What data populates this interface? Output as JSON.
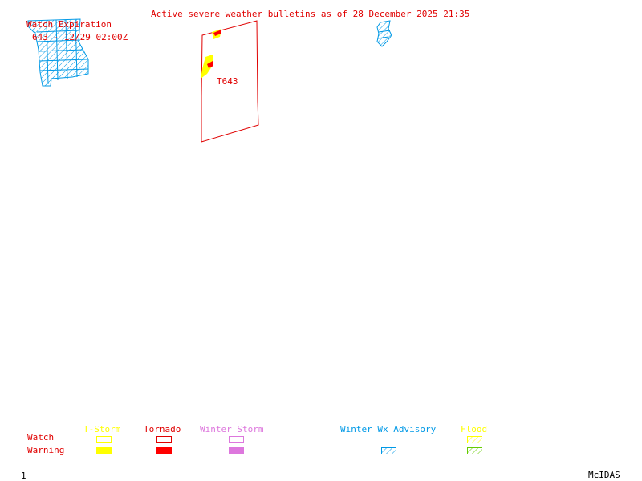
{
  "header": {
    "title": "Active severe weather bulletins as of 28 December 2025 21:35",
    "watch_expiration_label": "Watch Expiration",
    "watch_expiration_entry": "643 - 12/29 02:00Z"
  },
  "map": {
    "watch_label": "T643"
  },
  "legend": {
    "row_labels": {
      "watch": "Watch",
      "warning": "Warning"
    },
    "categories": [
      {
        "label": "T-Storm",
        "color": "#ffff00"
      },
      {
        "label": "Tornado",
        "color": "#ff0000"
      },
      {
        "label": "Winter Storm",
        "color": "#dd77dd"
      },
      {
        "label": "Winter Wx Advisory",
        "color": "#0099e6"
      },
      {
        "label": "Flood",
        "color": "#ffff00",
        "warning_color": "#66cc00"
      }
    ]
  },
  "footer": {
    "frame_number": "1",
    "brand": "McIDAS"
  },
  "colors": {
    "text_red": "#e00000",
    "advisory_blue": "#0099e6",
    "tstorm_yellow": "#ffff00",
    "tornado_red": "#ff0000"
  }
}
